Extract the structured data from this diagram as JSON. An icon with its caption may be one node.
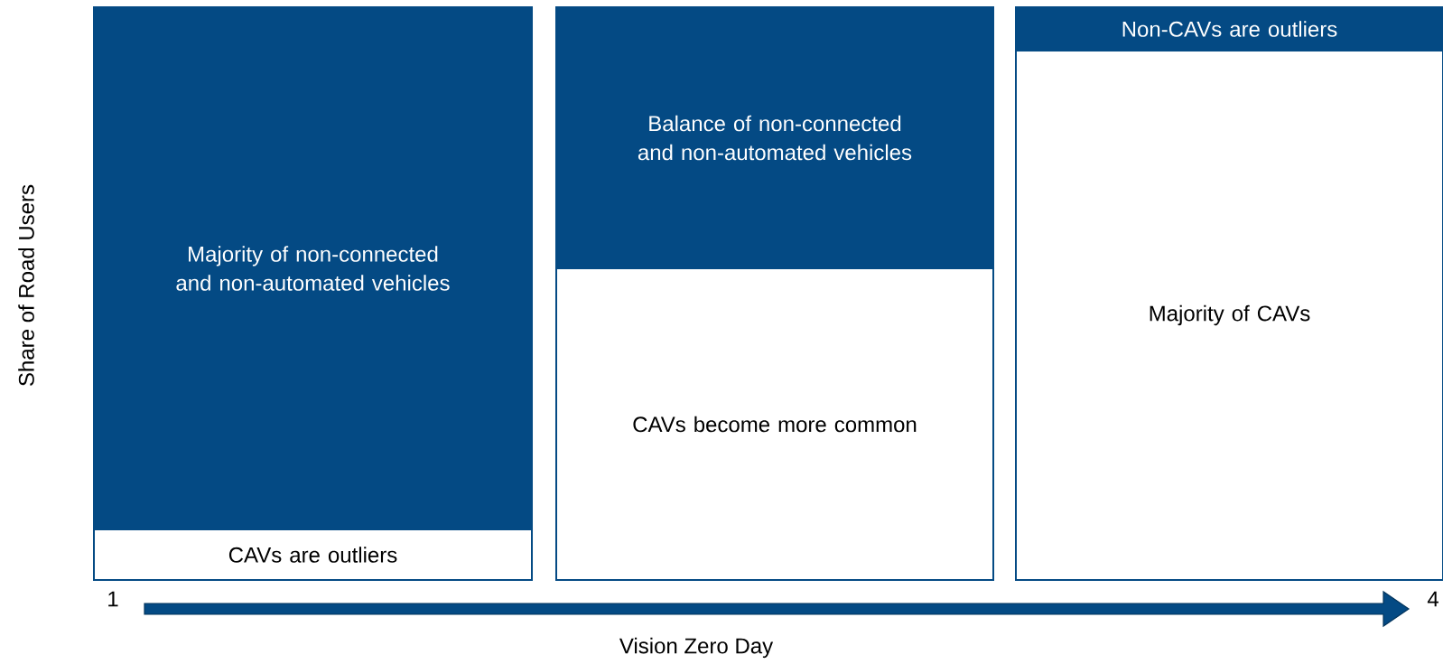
{
  "diagram": {
    "nodes": [
      {
        "text": [
          "Majority of non-connected and non-automated vehicles"
        ]
      },
      {
        "text": [
          "CAVs are outliers"
        ]
      },
      {
        "text": [
          "Balance of non-connected and non-automated vehicles"
        ]
      },
      {
        "text": [
          "CAVs become more common"
        ]
      },
      {
        "text": [
          "Non-CAVs are outliers"
        ]
      },
      {
        "text": [
          "Majority of CAVs"
        ]
      }
    ],
    "labels": [
      "Share of Road Users",
      "1",
      "4",
      "Vision Zero Day"
    ]
  }
}
